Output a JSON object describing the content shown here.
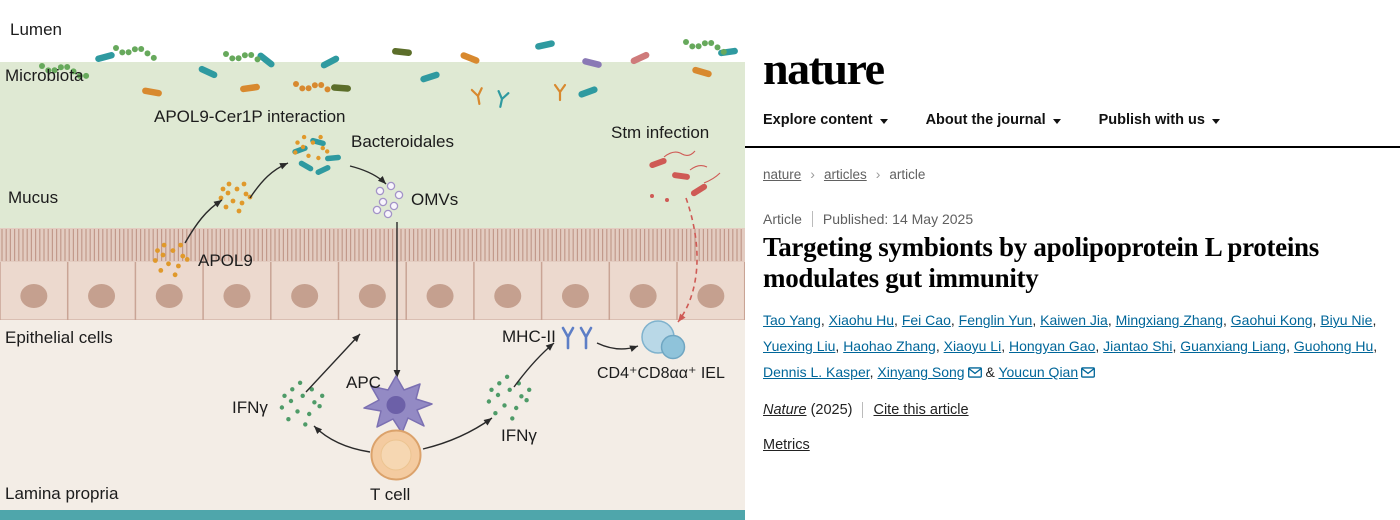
{
  "figure": {
    "labels": {
      "lumen": "Lumen",
      "microbiota": "Microbiota",
      "apol9_cer1p": "APOL9-Cer1P interaction",
      "bacteroidales": "Bacteroidales",
      "stm_infection": "Stm infection",
      "mucus": "Mucus",
      "omvs": "OMVs",
      "apol9": "APOL9",
      "epithelial_cells": "Epithelial cells",
      "mhc_ii": "MHC-II",
      "iel": "CD4⁺CD8αα⁺ IEL",
      "apc": "APC",
      "ifng_left": "IFNγ",
      "ifng_right": "IFNγ",
      "t_cell": "T cell",
      "lamina_propria": "Lamina propria"
    },
    "colors": {
      "microbiota_bg": "#dfe9d3",
      "brush_bg": "#e3ccc1",
      "epithelium_bg": "#ecd9ce",
      "cell_outline": "#c9a495",
      "nucleus": "#c5a08f",
      "lamina_bg": "#f3ede6",
      "bottom_band": "#4fa6ab",
      "apol9_dots": "#e0992b",
      "ifng_dots": "#4e9b68",
      "omv_stroke": "#a393c8",
      "stm": "#cf5a55",
      "bacteria_teal": "#2f9aa0",
      "bacteria_green": "#67a95c",
      "bacteria_orange": "#d8892f",
      "bacteria_olive": "#5c6e2a",
      "bacteria_purple": "#8a79b5",
      "bacteria_pink": "#cf7b7b",
      "apc_fill": "#938ac4",
      "apc_nucleus": "#6c60a8",
      "tcell_fill": "#f4cba0",
      "tcell_inner": "#f6d7b2",
      "iel_fill": "#b9d8e7",
      "iel_inner": "#8fc3da",
      "mhc": "#5d7ec6",
      "arrow": "#2a2a2a"
    }
  },
  "site": {
    "logo": "nature",
    "nav": {
      "items": [
        {
          "label": "Explore content"
        },
        {
          "label": "About the journal"
        },
        {
          "label": "Publish with us"
        }
      ]
    },
    "breadcrumb": {
      "separator": "›",
      "items": [
        {
          "label": "nature"
        },
        {
          "label": "articles"
        },
        {
          "label": "article"
        }
      ]
    },
    "article": {
      "type_label": "Article",
      "published_text": "Published: 14 May 2025",
      "title": "Targeting symbionts by apolipoprotein L proteins modulates gut immunity",
      "authors": [
        {
          "name": "Tao Yang"
        },
        {
          "name": "Xiaohu Hu"
        },
        {
          "name": "Fei Cao"
        },
        {
          "name": "Fenglin Yun"
        },
        {
          "name": "Kaiwen Jia"
        },
        {
          "name": "Mingxiang Zhang"
        },
        {
          "name": "Gaohui Kong"
        },
        {
          "name": "Biyu Nie"
        },
        {
          "name": "Yuexing Liu"
        },
        {
          "name": "Haohao Zhang"
        },
        {
          "name": "Xiaoyu Li"
        },
        {
          "name": "Hongyan Gao"
        },
        {
          "name": "Jiantao Shi"
        },
        {
          "name": "Guanxiang Liang"
        },
        {
          "name": "Guohong Hu"
        },
        {
          "name": "Dennis L. Kasper"
        },
        {
          "name": "Xinyang Song",
          "corresponding": true
        },
        {
          "name": "Youcun Qian",
          "corresponding": true
        }
      ],
      "journal_name": "Nature",
      "year_text": "(2025)",
      "cite_label": "Cite this article",
      "metrics_label": "Metrics"
    }
  }
}
